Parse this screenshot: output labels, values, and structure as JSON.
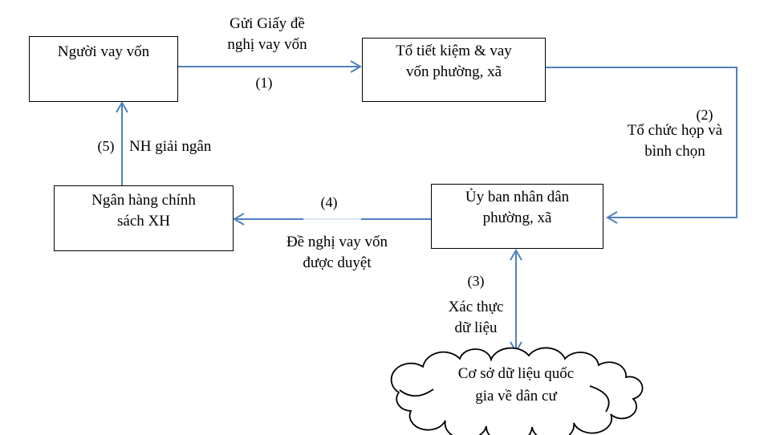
{
  "boxes": {
    "borrower": {
      "label": "Người vay vốn"
    },
    "savings_group": {
      "lines": [
        "Tổ tiết kiệm & vay",
        "vốn phường, xã"
      ]
    },
    "peoples_committee": {
      "lines": [
        "Ủy ban nhân dân",
        "phường, xã"
      ]
    },
    "policy_bank": {
      "lines": [
        "Ngân hàng chính",
        "sách XH"
      ]
    }
  },
  "cloud": {
    "lines": [
      "Cơ sở dữ liệu quốc",
      "gia về dân cư"
    ]
  },
  "edges": {
    "step1": {
      "number": "(1)",
      "lines": [
        "Gửi Giấy đề",
        "nghị vay vốn"
      ]
    },
    "step2": {
      "number": "(2)",
      "lines": [
        "Tổ chức họp và",
        "bình chọn"
      ]
    },
    "step3": {
      "number": "(3)",
      "lines": [
        "Xác thực",
        "dữ liệu"
      ]
    },
    "step4": {
      "number": "(4)",
      "lines": [
        "Đề nghị vay vốn",
        "được duyệt"
      ]
    },
    "step5": {
      "number": "(5)",
      "label": "NH giải ngân"
    }
  },
  "colors": {
    "arrow": "#4f81bd",
    "arrow_light": "#dbe5f1",
    "box_border": "#000000",
    "background": "#ffffff"
  }
}
